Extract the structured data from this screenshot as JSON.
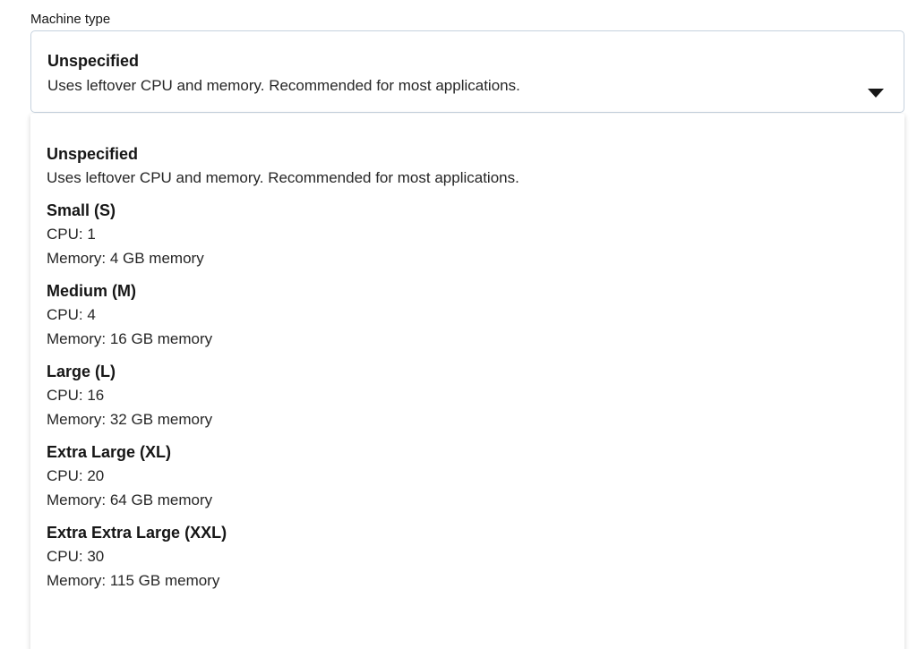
{
  "field": {
    "label": "Machine type"
  },
  "selected": {
    "title": "Unspecified",
    "description": "Uses leftover CPU and memory. Recommended for most applications."
  },
  "options": [
    {
      "title": "Unspecified",
      "line1": "Uses leftover CPU and memory. Recommended for most applications."
    },
    {
      "title": "Small (S)",
      "line1": "CPU: 1",
      "line2": "Memory: 4 GB memory"
    },
    {
      "title": "Medium (M)",
      "line1": "CPU: 4",
      "line2": "Memory: 16 GB memory"
    },
    {
      "title": "Large (L)",
      "line1": "CPU: 16",
      "line2": "Memory: 32 GB memory"
    },
    {
      "title": "Extra Large (XL)",
      "line1": "CPU: 20",
      "line2": "Memory: 64 GB memory"
    },
    {
      "title": "Extra Extra Large (XXL)",
      "line1": "CPU: 30",
      "line2": "Memory: 115 GB memory"
    }
  ]
}
